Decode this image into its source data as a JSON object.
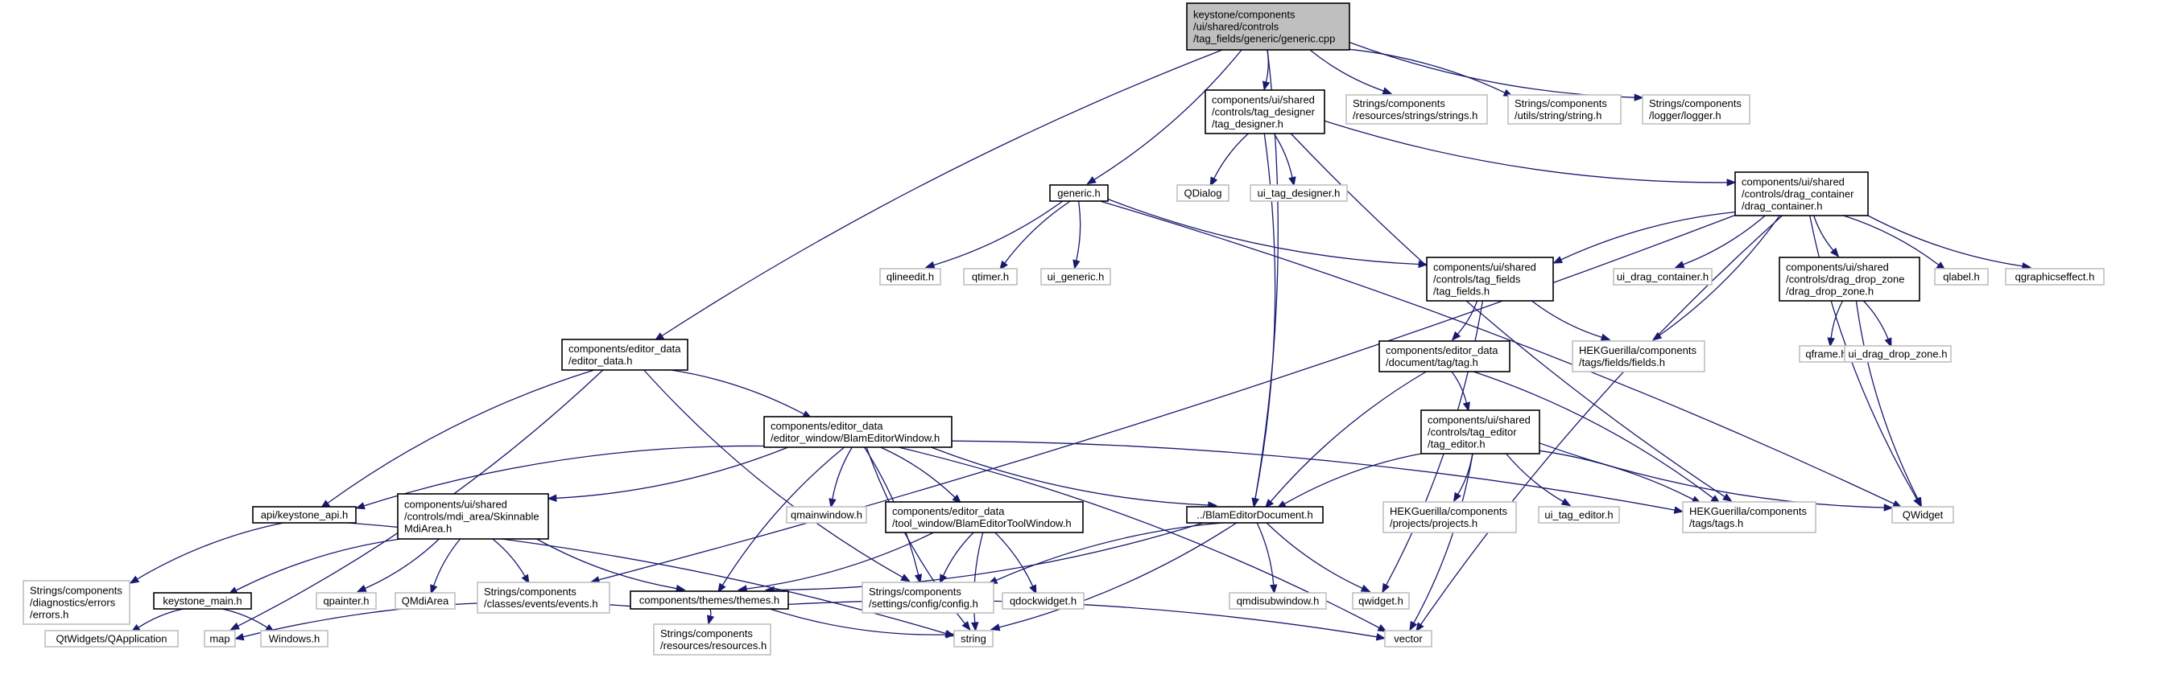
{
  "colors": {
    "edge": "#191970",
    "root_fill": "#bfbfbf",
    "root_stroke": "#000000",
    "local_stroke": "#000000",
    "external_stroke": "#bfbfbf",
    "fill": "#ffffff"
  },
  "nodes": [
    {
      "id": "generic_cpp",
      "kind": "root",
      "lines": [
        "keystone/components",
        "/ui/shared/controls",
        "/tag_fields/generic/generic.cpp"
      ]
    },
    {
      "id": "tag_designer_h",
      "kind": "local",
      "lines": [
        "components/ui/shared",
        "/controls/tag_designer",
        "/tag_designer.h"
      ]
    },
    {
      "id": "strings_h",
      "kind": "external",
      "lines": [
        "Strings/components",
        "/resources/strings/strings.h"
      ]
    },
    {
      "id": "string_h",
      "kind": "external",
      "lines": [
        "Strings/components",
        "/utils/string/string.h"
      ]
    },
    {
      "id": "logger_h",
      "kind": "external",
      "lines": [
        "Strings/components",
        "/logger/logger.h"
      ]
    },
    {
      "id": "generic_h",
      "kind": "local",
      "lines": [
        "generic.h"
      ]
    },
    {
      "id": "qdialog",
      "kind": "external",
      "lines": [
        "QDialog"
      ]
    },
    {
      "id": "ui_tag_designer",
      "kind": "external",
      "lines": [
        "ui_tag_designer.h"
      ]
    },
    {
      "id": "drag_container_h",
      "kind": "local",
      "lines": [
        "components/ui/shared",
        "/controls/drag_container",
        "/drag_container.h"
      ]
    },
    {
      "id": "qlineedit",
      "kind": "external",
      "lines": [
        "qlineedit.h"
      ]
    },
    {
      "id": "qtimer",
      "kind": "external",
      "lines": [
        "qtimer.h"
      ]
    },
    {
      "id": "ui_generic",
      "kind": "external",
      "lines": [
        "ui_generic.h"
      ]
    },
    {
      "id": "tag_fields_h",
      "kind": "local",
      "lines": [
        "components/ui/shared",
        "/controls/tag_fields",
        "/tag_fields.h"
      ]
    },
    {
      "id": "ui_drag_container",
      "kind": "external",
      "lines": [
        "ui_drag_container.h"
      ]
    },
    {
      "id": "drag_drop_zone_h",
      "kind": "local",
      "lines": [
        "components/ui/shared",
        "/controls/drag_drop_zone",
        "/drag_drop_zone.h"
      ]
    },
    {
      "id": "qlabel",
      "kind": "external",
      "lines": [
        "qlabel.h"
      ]
    },
    {
      "id": "qgraphicseffect",
      "kind": "external",
      "lines": [
        "qgraphicseffect.h"
      ]
    },
    {
      "id": "editor_data_h",
      "kind": "local",
      "lines": [
        "components/editor_data",
        "/editor_data.h"
      ]
    },
    {
      "id": "tag_h",
      "kind": "local",
      "lines": [
        "components/editor_data",
        "/document/tag/tag.h"
      ]
    },
    {
      "id": "fields_h",
      "kind": "external",
      "lines": [
        "HEKGuerilla/components",
        "/tags/fields/fields.h"
      ]
    },
    {
      "id": "qframe",
      "kind": "external",
      "lines": [
        "qframe.h"
      ]
    },
    {
      "id": "ui_drag_drop_zone",
      "kind": "external",
      "lines": [
        "ui_drag_drop_zone.h"
      ]
    },
    {
      "id": "blam_editor_window_h",
      "kind": "local",
      "lines": [
        "components/editor_data",
        "/editor_window/BlamEditorWindow.h"
      ]
    },
    {
      "id": "tag_editor_h",
      "kind": "local",
      "lines": [
        "components/ui/shared",
        "/controls/tag_editor",
        "/tag_editor.h"
      ]
    },
    {
      "id": "keystone_api_h",
      "kind": "local",
      "lines": [
        "api/keystone_api.h"
      ]
    },
    {
      "id": "mdi_area_h",
      "kind": "local",
      "lines": [
        "components/ui/shared",
        "/controls/mdi_area/Skinnable",
        "MdiArea.h"
      ]
    },
    {
      "id": "qmainwindow",
      "kind": "external",
      "lines": [
        "qmainwindow.h"
      ]
    },
    {
      "id": "tool_window_h",
      "kind": "local",
      "lines": [
        "components/editor_data",
        "/tool_window/BlamEditorToolWindow.h"
      ]
    },
    {
      "id": "blam_editor_document_h",
      "kind": "local",
      "lines": [
        "../BlamEditorDocument.h"
      ]
    },
    {
      "id": "projects_h",
      "kind": "external",
      "lines": [
        "HEKGuerilla/components",
        "/projects/projects.h"
      ]
    },
    {
      "id": "ui_tag_editor",
      "kind": "external",
      "lines": [
        "ui_tag_editor.h"
      ]
    },
    {
      "id": "tags_h",
      "kind": "external",
      "lines": [
        "HEKGuerilla/components",
        "/tags/tags.h"
      ]
    },
    {
      "id": "qwidget_cap",
      "kind": "external",
      "lines": [
        "QWidget"
      ]
    },
    {
      "id": "errors_h",
      "kind": "external",
      "lines": [
        "Strings/components",
        "/diagnostics/errors",
        "/errors.h"
      ]
    },
    {
      "id": "keystone_main_h",
      "kind": "local",
      "lines": [
        "keystone_main.h"
      ]
    },
    {
      "id": "qpainter",
      "kind": "external",
      "lines": [
        "qpainter.h"
      ]
    },
    {
      "id": "qmdiarea",
      "kind": "external",
      "lines": [
        "QMdiArea"
      ]
    },
    {
      "id": "events_h",
      "kind": "external",
      "lines": [
        "Strings/components",
        "/classes/events/events.h"
      ]
    },
    {
      "id": "themes_h",
      "kind": "local",
      "lines": [
        "components/themes/themes.h"
      ]
    },
    {
      "id": "config_h",
      "kind": "external",
      "lines": [
        "Strings/components",
        "/settings/config/config.h"
      ]
    },
    {
      "id": "qdockwidget",
      "kind": "external",
      "lines": [
        "qdockwidget.h"
      ]
    },
    {
      "id": "qmdisubwindow",
      "kind": "external",
      "lines": [
        "qmdisubwindow.h"
      ]
    },
    {
      "id": "qwidget_lc",
      "kind": "external",
      "lines": [
        "qwidget.h"
      ]
    },
    {
      "id": "qapplication",
      "kind": "external",
      "lines": [
        "QtWidgets/QApplication"
      ]
    },
    {
      "id": "map",
      "kind": "external",
      "lines": [
        "map"
      ]
    },
    {
      "id": "windows_h",
      "kind": "external",
      "lines": [
        "Windows.h"
      ]
    },
    {
      "id": "resources_h",
      "kind": "external",
      "lines": [
        "Strings/components",
        "/resources/resources.h"
      ]
    },
    {
      "id": "string",
      "kind": "external",
      "lines": [
        "string"
      ]
    },
    {
      "id": "vector",
      "kind": "external",
      "lines": [
        "vector"
      ]
    }
  ],
  "edges": [
    [
      "generic_cpp",
      "tag_designer_h"
    ],
    [
      "generic_cpp",
      "strings_h"
    ],
    [
      "generic_cpp",
      "string_h"
    ],
    [
      "generic_cpp",
      "logger_h"
    ],
    [
      "generic_cpp",
      "generic_h"
    ],
    [
      "generic_cpp",
      "editor_data_h"
    ],
    [
      "generic_cpp",
      "blam_editor_document_h"
    ],
    [
      "tag_designer_h",
      "qdialog"
    ],
    [
      "tag_designer_h",
      "ui_tag_designer"
    ],
    [
      "tag_designer_h",
      "drag_container_h"
    ],
    [
      "tag_designer_h",
      "blam_editor_document_h"
    ],
    [
      "tag_designer_h",
      "tags_h"
    ],
    [
      "generic_h",
      "qlineedit"
    ],
    [
      "generic_h",
      "qtimer"
    ],
    [
      "generic_h",
      "ui_generic"
    ],
    [
      "generic_h",
      "tag_fields_h"
    ],
    [
      "generic_h",
      "qwidget_cap"
    ],
    [
      "drag_container_h",
      "tag_fields_h"
    ],
    [
      "drag_container_h",
      "ui_drag_container"
    ],
    [
      "drag_container_h",
      "drag_drop_zone_h"
    ],
    [
      "drag_container_h",
      "qlabel"
    ],
    [
      "drag_container_h",
      "qgraphicseffect"
    ],
    [
      "drag_container_h",
      "fields_h"
    ],
    [
      "drag_container_h",
      "qwidget_cap"
    ],
    [
      "drag_container_h",
      "events_h"
    ],
    [
      "drag_container_h",
      "vector"
    ],
    [
      "tag_fields_h",
      "tag_h"
    ],
    [
      "tag_fields_h",
      "fields_h"
    ],
    [
      "tag_fields_h",
      "qwidget_lc"
    ],
    [
      "drag_drop_zone_h",
      "qframe"
    ],
    [
      "drag_drop_zone_h",
      "ui_drag_drop_zone"
    ],
    [
      "drag_drop_zone_h",
      "qwidget_cap"
    ],
    [
      "editor_data_h",
      "blam_editor_window_h"
    ],
    [
      "editor_data_h",
      "keystone_api_h"
    ],
    [
      "editor_data_h",
      "map"
    ],
    [
      "editor_data_h",
      "config_h"
    ],
    [
      "tag_h",
      "tag_editor_h"
    ],
    [
      "tag_h",
      "blam_editor_document_h"
    ],
    [
      "tag_h",
      "tags_h"
    ],
    [
      "blam_editor_window_h",
      "keystone_api_h"
    ],
    [
      "blam_editor_window_h",
      "mdi_area_h"
    ],
    [
      "blam_editor_window_h",
      "qmainwindow"
    ],
    [
      "blam_editor_window_h",
      "tool_window_h"
    ],
    [
      "blam_editor_window_h",
      "blam_editor_document_h"
    ],
    [
      "blam_editor_window_h",
      "tags_h"
    ],
    [
      "blam_editor_window_h",
      "themes_h"
    ],
    [
      "blam_editor_window_h",
      "config_h"
    ],
    [
      "blam_editor_window_h",
      "string"
    ],
    [
      "blam_editor_window_h",
      "vector"
    ],
    [
      "tag_editor_h",
      "blam_editor_document_h"
    ],
    [
      "tag_editor_h",
      "projects_h"
    ],
    [
      "tag_editor_h",
      "ui_tag_editor"
    ],
    [
      "tag_editor_h",
      "tags_h"
    ],
    [
      "tag_editor_h",
      "qwidget_cap"
    ],
    [
      "tag_editor_h",
      "vector"
    ],
    [
      "keystone_api_h",
      "errors_h"
    ],
    [
      "keystone_api_h",
      "string"
    ],
    [
      "mdi_area_h",
      "keystone_main_h"
    ],
    [
      "mdi_area_h",
      "qpainter"
    ],
    [
      "mdi_area_h",
      "qmdiarea"
    ],
    [
      "mdi_area_h",
      "events_h"
    ],
    [
      "mdi_area_h",
      "themes_h"
    ],
    [
      "tool_window_h",
      "themes_h"
    ],
    [
      "tool_window_h",
      "config_h"
    ],
    [
      "tool_window_h",
      "qdockwidget"
    ],
    [
      "tool_window_h",
      "string"
    ],
    [
      "blam_editor_document_h",
      "themes_h"
    ],
    [
      "blam_editor_document_h",
      "config_h"
    ],
    [
      "blam_editor_document_h",
      "qmdisubwindow"
    ],
    [
      "blam_editor_document_h",
      "qwidget_lc"
    ],
    [
      "blam_editor_document_h",
      "string"
    ],
    [
      "keystone_main_h",
      "qapplication"
    ],
    [
      "keystone_main_h",
      "windows_h"
    ],
    [
      "themes_h",
      "map"
    ],
    [
      "themes_h",
      "resources_h"
    ],
    [
      "themes_h",
      "string"
    ],
    [
      "themes_h",
      "vector"
    ]
  ]
}
